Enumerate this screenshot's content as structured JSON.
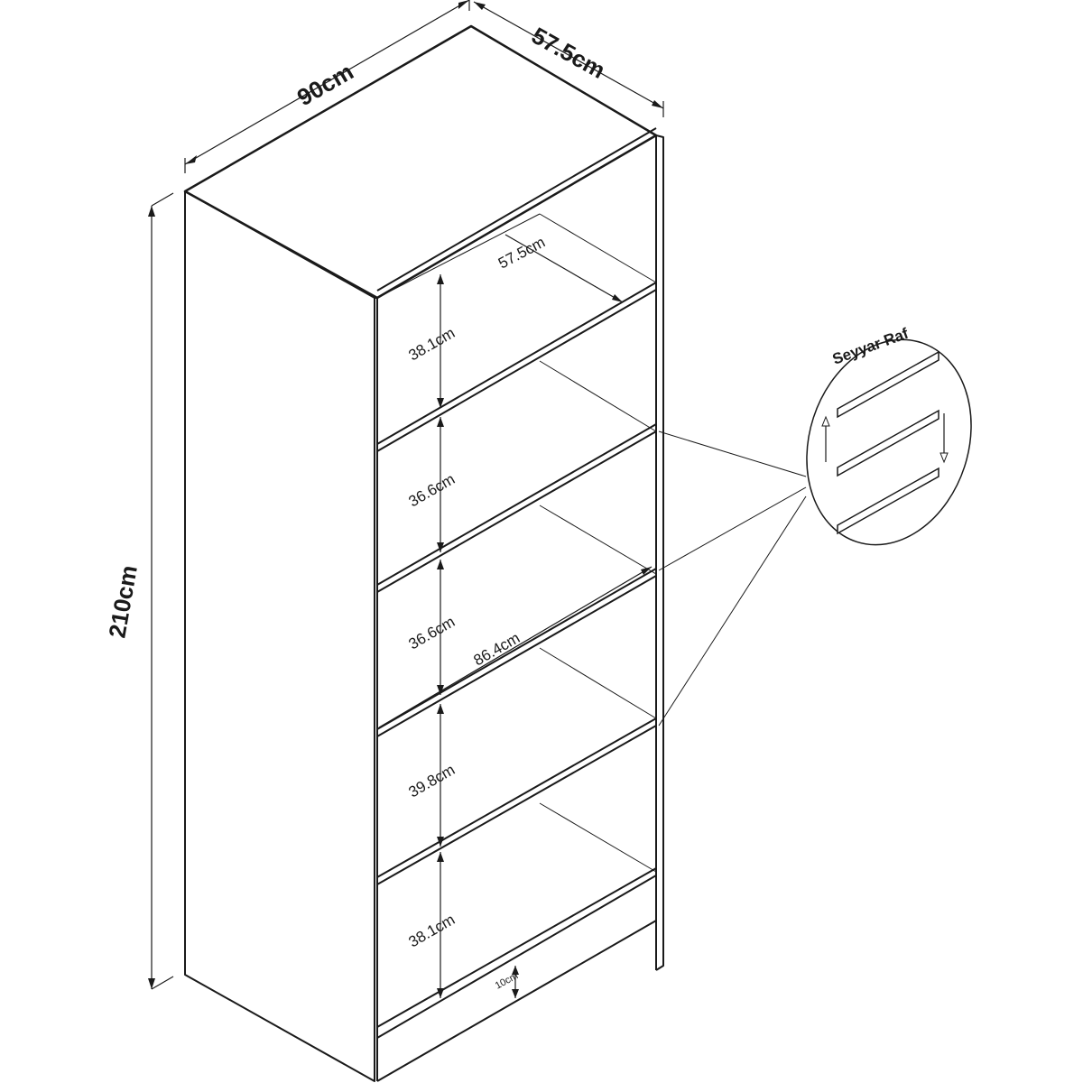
{
  "diagram": {
    "overall": {
      "width": "90cm",
      "depth": "57.5cm",
      "height": "210cm"
    },
    "inner": {
      "shelf_depth": "57.5cm",
      "inner_width": "86.4cm",
      "plinth": "10cm"
    },
    "compartments": [
      "38.1cm",
      "36.6cm",
      "36.6cm",
      "39.8cm",
      "38.1cm"
    ],
    "callout": {
      "title": "Seyyar Raf"
    },
    "colors": {
      "line": "#1a1a1a",
      "shade": "#bdbdbd",
      "background": "#ffffff"
    }
  }
}
